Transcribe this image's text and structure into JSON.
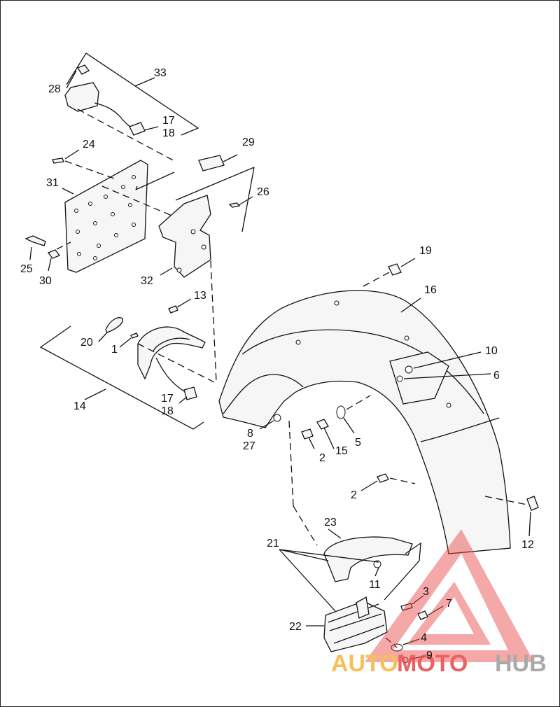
{
  "callouts": {
    "c1": "1",
    "c2a": "2",
    "c2b": "2",
    "c3": "3",
    "c4": "4",
    "c5": "5",
    "c6": "6",
    "c7": "7",
    "c8": "8",
    "c9": "9",
    "c10": "10",
    "c11": "11",
    "c12": "12",
    "c13": "13",
    "c14": "14",
    "c15": "15",
    "c16": "16",
    "c17a": "17",
    "c17b": "17",
    "c18a": "18",
    "c18b": "18",
    "c19": "19",
    "c20": "20",
    "c21": "21",
    "c22": "22",
    "c23": "23",
    "c24": "24",
    "c25": "25",
    "c26": "26",
    "c27": "27",
    "c28": "28",
    "c29": "29",
    "c30": "30",
    "c31": "31",
    "c32": "32",
    "c33": "33"
  },
  "watermark": {
    "part1": "AUTO",
    "part2": "MOTO",
    "part3": "HUB",
    "colors": {
      "auto": "#f5b63c",
      "moto": "#e84545",
      "hub": "#9b9b9b",
      "triangle": "#e84545"
    }
  }
}
